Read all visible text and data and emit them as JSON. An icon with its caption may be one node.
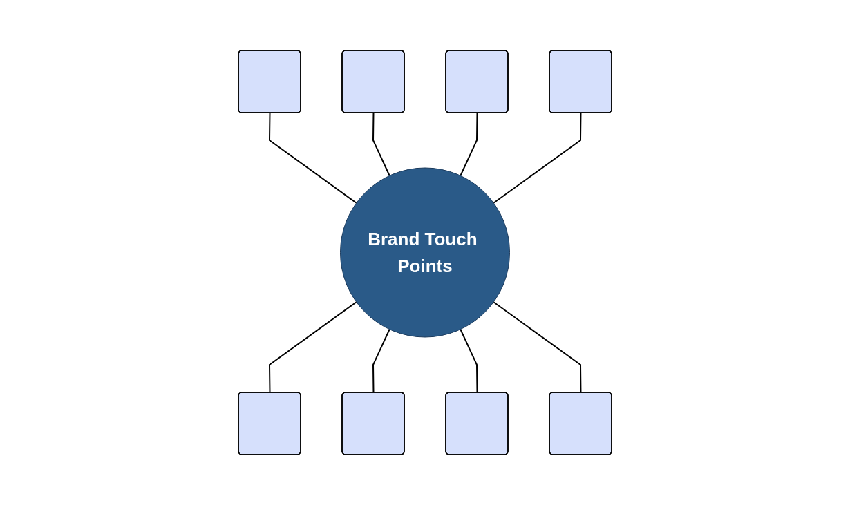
{
  "diagram": {
    "nodes": [
      {
        "text": [],
        "shape": "box"
      },
      {
        "text": [],
        "shape": "box"
      },
      {
        "text": [],
        "shape": "box"
      },
      {
        "text": [],
        "shape": "box"
      },
      {
        "text": [
          "Brand Touch Points"
        ]
      },
      {
        "text": [],
        "shape": "box"
      },
      {
        "text": [],
        "shape": "box"
      },
      {
        "text": [],
        "shape": "box"
      },
      {
        "text": [],
        "shape": "box"
      }
    ],
    "edges": [
      {
        "from": 0,
        "to": 4,
        "arrow": "none"
      },
      {
        "from": 1,
        "to": 4,
        "arrow": "none"
      },
      {
        "from": 2,
        "to": 4,
        "arrow": "none"
      },
      {
        "from": 3,
        "to": 4,
        "arrow": "none"
      },
      {
        "from": 4,
        "to": 5,
        "arrow": "none"
      },
      {
        "from": 4,
        "to": 6,
        "arrow": "none"
      },
      {
        "from": 4,
        "to": 7,
        "arrow": "none"
      },
      {
        "from": 4,
        "to": 8,
        "arrow": "none"
      }
    ]
  }
}
